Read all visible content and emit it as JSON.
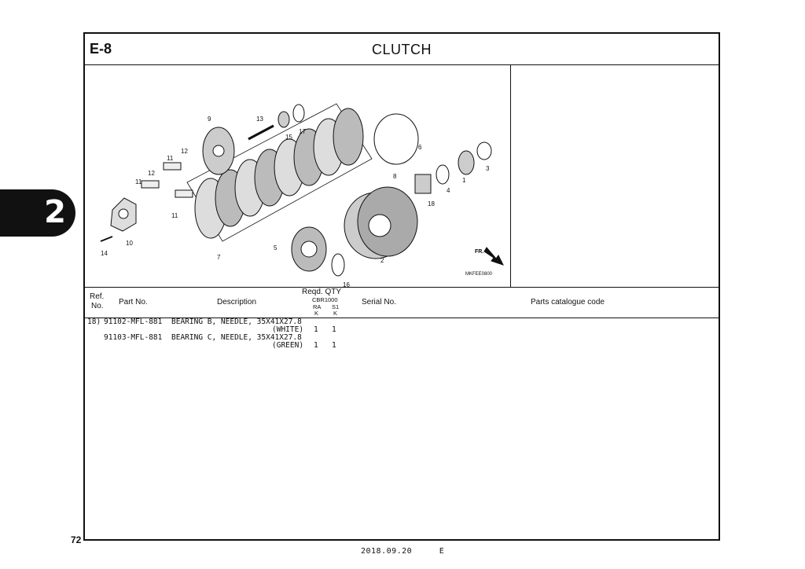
{
  "section": {
    "code": "E-8",
    "title": "CLUTCH",
    "side_tab": "2"
  },
  "page": {
    "number": "72",
    "footer_date": "2018.09.20",
    "footer_lang": "E"
  },
  "diagram": {
    "ref_code": "MKFEE0800",
    "fr_label": "FR.",
    "callouts": [
      "1",
      "2",
      "3",
      "4",
      "5",
      "6",
      "7",
      "8",
      "9",
      "10",
      "11",
      "11",
      "11",
      "12",
      "12",
      "13",
      "14",
      "15",
      "16",
      "17",
      "18"
    ]
  },
  "table": {
    "headers": {
      "ref": "Ref.",
      "no": "No.",
      "part_no": "Part No.",
      "description": "Description",
      "reqd_qty": "Reqd. QTY",
      "model": "CBR1000",
      "ra": "RA",
      "s1": "S1",
      "k1": "K",
      "k2": "K",
      "serial_no": "Serial No.",
      "catalogue": "Parts catalogue code"
    },
    "rows": [
      {
        "ref": "18)",
        "part_no": "91102-MFL-881",
        "desc1": "BEARING B, NEEDLE, 35X41X27.8",
        "desc2": "(WHITE)",
        "qty_ra": "1",
        "qty_s1": "1"
      },
      {
        "ref": "",
        "part_no": "91103-MFL-881",
        "desc1": "BEARING C, NEEDLE, 35X41X27.8",
        "desc2": "(GREEN)",
        "qty_ra": "1",
        "qty_s1": "1"
      }
    ]
  }
}
